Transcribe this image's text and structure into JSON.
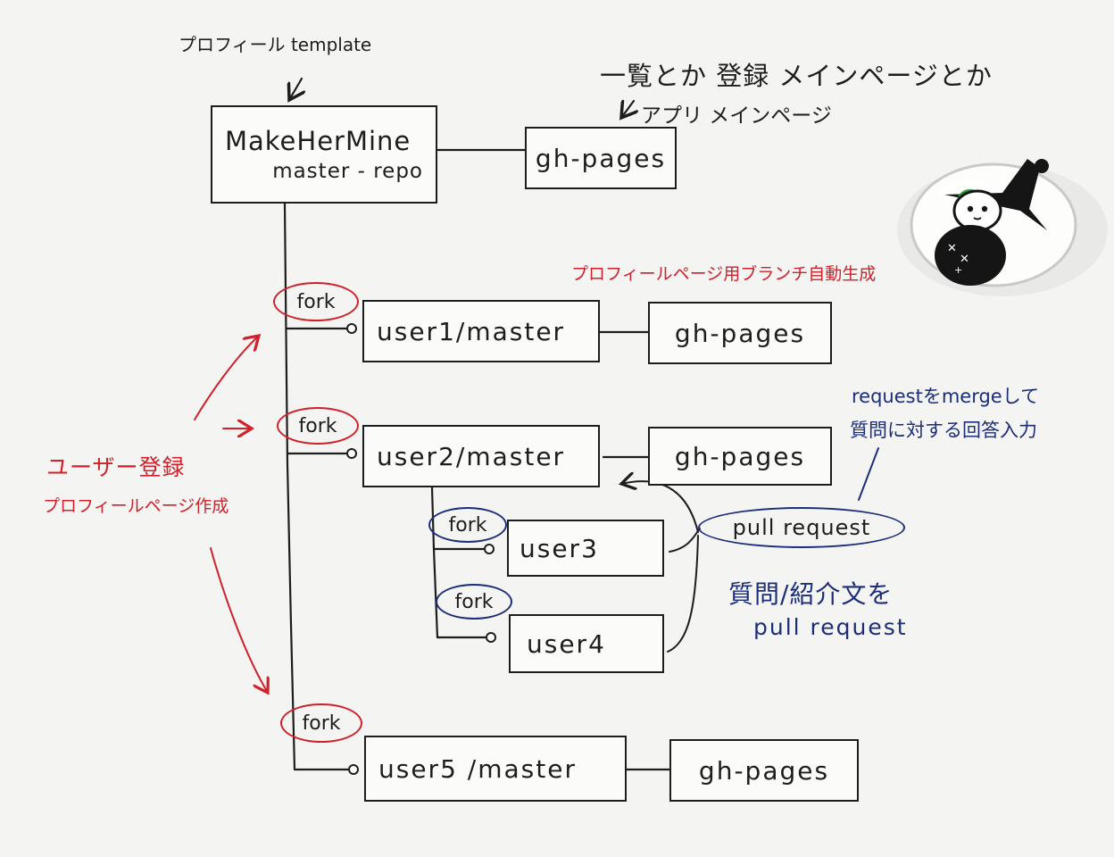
{
  "annotations": {
    "profile_template": "プロフィール template",
    "top_right_line1": "一覧とか 登録 メインページとか",
    "top_right_line2": "アプリ メインページ",
    "auto_generate": "プロフィールページ用ブランチ自動生成",
    "user_registration_line1": "ユーザー登録",
    "user_registration_line2": "プロフィールページ作成",
    "merge_line1": "requestをmergeして",
    "merge_line2": "質問に対する回答入力",
    "pr_note_line1": "質問/紹介文を",
    "pr_note_line2": "pull request"
  },
  "master_repo": {
    "line1": "MakeHerMine",
    "line2": "master - repo"
  },
  "gh_pages_label": "gh-pages",
  "fork_label": "fork",
  "users": {
    "user1": "user1/master",
    "user2": "user2/master",
    "user3": "user3",
    "user4": "user4",
    "user5": "user5 /master"
  },
  "pull_request_label": "pull request",
  "colors": {
    "ink": "#1d1d1d",
    "red": "#d0202a",
    "blue": "#1c2d7a",
    "paper": "#f4f4f2"
  }
}
